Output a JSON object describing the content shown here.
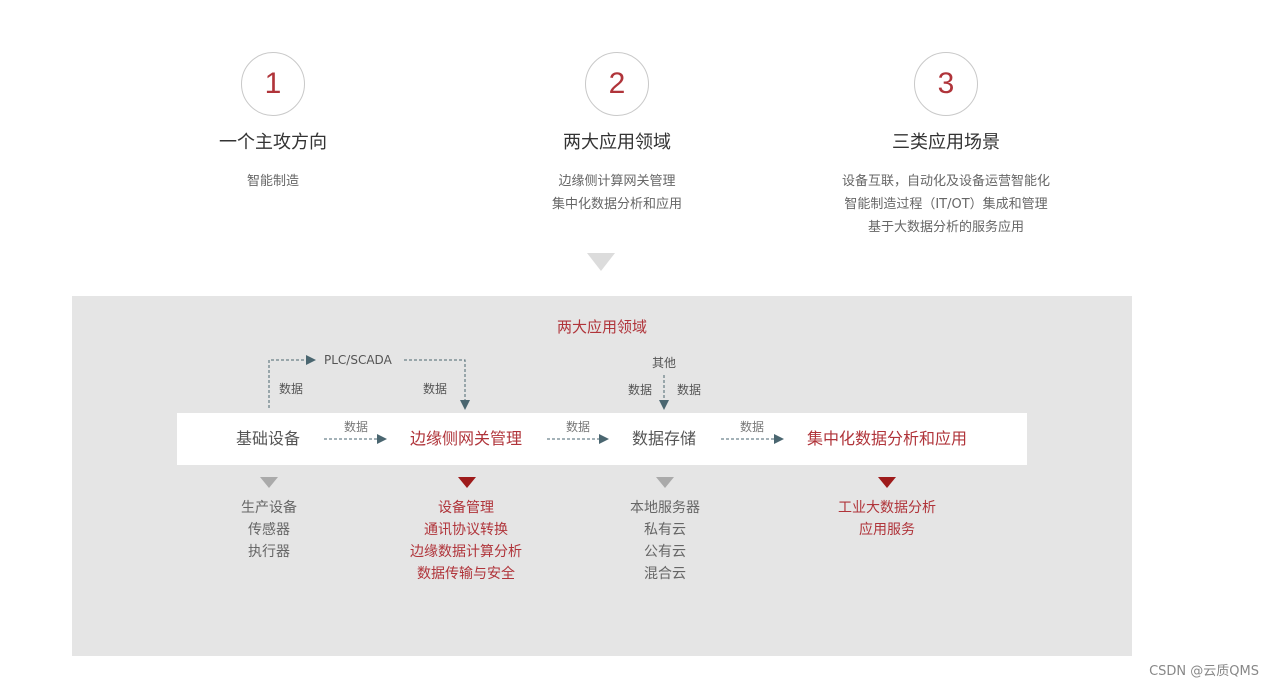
{
  "columns": [
    {
      "number": "1",
      "title": "一个主攻方向",
      "lines": [
        "智能制造"
      ]
    },
    {
      "number": "2",
      "title": "两大应用领域",
      "lines": [
        "边缘侧计算网关管理",
        "集中化数据分析和应用"
      ]
    },
    {
      "number": "3",
      "title": "三类应用场景",
      "lines": [
        "设备互联，自动化及设备运营智能化",
        "智能制造过程（IT/OT）集成和管理",
        "基于大数据分析的服务应用"
      ]
    }
  ],
  "panel": {
    "title": "两大应用领域",
    "plc_label": "PLC/SCADA",
    "other_label": "其他",
    "data_label": "数据",
    "nodes": [
      "基础设备",
      "边缘侧网关管理",
      "数据存储",
      "集中化数据分析和应用"
    ],
    "lists": [
      [
        "生产设备",
        "传感器",
        "执行器"
      ],
      [
        "设备管理",
        "通讯协议转换",
        "边缘数据计算分析",
        "数据传输与安全"
      ],
      [
        "本地服务器",
        "私有云",
        "公有云",
        "混合云"
      ],
      [
        "工业大数据分析",
        "应用服务"
      ]
    ]
  },
  "footer": "CSDN @云质QMS",
  "colors": {
    "accent": "#b0343a",
    "arrow": "#4a6670",
    "panel_bg": "#e5e5e5"
  }
}
